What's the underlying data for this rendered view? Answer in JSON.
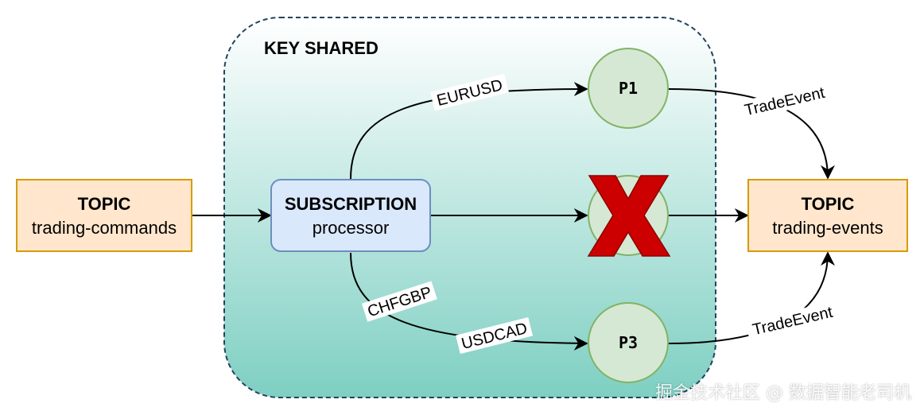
{
  "group": {
    "label": "KEY SHARED"
  },
  "topic_in": {
    "title": "TOPIC",
    "name": "trading-commands"
  },
  "subscription": {
    "title": "SUBSCRIPTION",
    "name": "processor"
  },
  "topic_out": {
    "title": "TOPIC",
    "name": "trading-events"
  },
  "consumers": [
    {
      "label": "P1",
      "status": "active"
    },
    {
      "label": "",
      "status": "failed"
    },
    {
      "label": "P3",
      "status": "active"
    }
  ],
  "edges": {
    "eurusd": "EURUSD",
    "chfgbp": "CHFGBP",
    "usdcad": "USDCAD",
    "trade_event_p1": "TradeEvent",
    "trade_event_p3": "TradeEvent"
  },
  "watermark": "掘金技术社区 @ 数据智能老司机",
  "colors": {
    "topic_fill": "#ffe6cc",
    "topic_stroke": "#d79b00",
    "subscription_fill": "#dae8fc",
    "subscription_stroke": "#6c8ebf",
    "consumer_fill": "#d5e8d4",
    "consumer_stroke": "#82b366",
    "group_stroke": "#23445d",
    "failure_mark": "#cc0000"
  }
}
